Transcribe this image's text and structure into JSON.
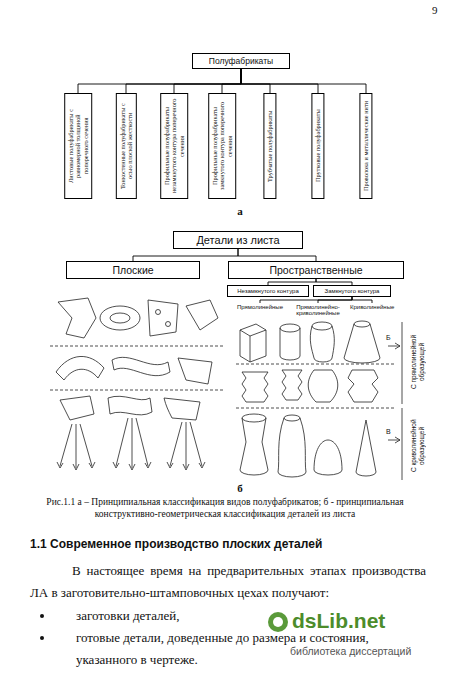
{
  "diagram": {
    "caption": "Рис.1.1 а – Принципиальная классификация видов полуфабрикатов; б - принципиальная конструктивно-геометрическая классификация деталей из листа",
    "nodes": [
      {
        "text": [
          "Полуфабрикаты"
        ]
      },
      {
        "text": [
          "Листовые полуфабрикаты с равномерной толщиной поперечного сечения"
        ]
      },
      {
        "text": [
          "Тонкостенные полуфабрикаты с осью плоской жесткости"
        ]
      },
      {
        "text": [
          "Профильные полуфабрикаты незамкнутого контура поперечного сечения"
        ]
      },
      {
        "text": [
          "Профильные полуфабрикаты замкнутого контура поперечного сечения"
        ]
      },
      {
        "text": [
          "Трубчатые полуфабрикаты"
        ]
      },
      {
        "text": [
          "Прутковые полуфабрикаты"
        ]
      },
      {
        "text": [
          "Проволока и металлические нити"
        ]
      },
      {
        "text": [
          "Детали из листа"
        ]
      },
      {
        "text": [
          "Плоские"
        ]
      },
      {
        "text": [
          "Пространственные"
        ]
      },
      {
        "text": [
          "Незамкнутого контура"
        ]
      },
      {
        "text": [
          "Замкнутого контура"
        ]
      },
      {
        "text": [
          "Прямолинейные"
        ]
      },
      {
        "text": [
          "Прямолинейно-криволинейные"
        ]
      },
      {
        "text": [
          "Криволинейные"
        ]
      }
    ],
    "edges": [
      {
        "from": 0,
        "to": 1,
        "arrow": "none"
      },
      {
        "from": 0,
        "to": 2,
        "arrow": "none"
      },
      {
        "from": 0,
        "to": 3,
        "arrow": "none"
      },
      {
        "from": 0,
        "to": 4,
        "arrow": "none"
      },
      {
        "from": 0,
        "to": 5,
        "arrow": "none"
      },
      {
        "from": 0,
        "to": 6,
        "arrow": "none"
      },
      {
        "from": 0,
        "to": 7,
        "arrow": "none"
      },
      {
        "from": 8,
        "to": 9,
        "arrow": "none"
      },
      {
        "from": 8,
        "to": 10,
        "arrow": "none"
      },
      {
        "from": 10,
        "to": 11,
        "arrow": "none"
      },
      {
        "from": 10,
        "to": 12,
        "arrow": "none"
      },
      {
        "from": 12,
        "to": 13,
        "arrow": "none"
      },
      {
        "from": 12,
        "to": 14,
        "arrow": "none"
      },
      {
        "from": 12,
        "to": 15,
        "arrow": "none"
      }
    ],
    "labels": [
      "9",
      "а",
      "С прямолинейной образующей",
      "Б",
      "С криволинейной образующей",
      "В",
      "б",
      "1.1 Современное производство плоских деталей",
      "В настоящее время на предварительных этапах производства ЛА в заготовительно-штамповочных цехах получают:",
      "заготовки деталей,",
      "готовые детали, доведенные до размера и состояния, указанного в чертеже.",
      "dsLib.net",
      "библиотека диссертаций"
    ]
  }
}
